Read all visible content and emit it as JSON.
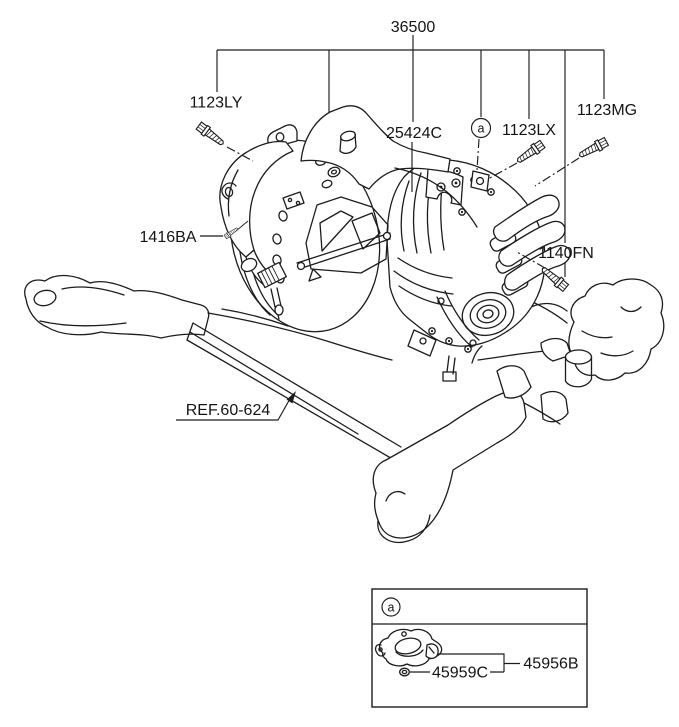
{
  "diagram": {
    "title_part_number": "36500",
    "callouts": {
      "bolt_upper_left": "1123LY",
      "housing": "25424C",
      "detail_marker": "a",
      "bolt_center_right": "1123LX",
      "bolt_far_right": "1123MG",
      "bolt_lower_right": "1140FN",
      "screw_left": "1416BA",
      "reference": "REF.60-624"
    },
    "detail_box": {
      "marker": "a",
      "oring_part": "45959C",
      "sensor_part": "45956B"
    },
    "colors": {
      "line": "#1c1c1c",
      "background": "#ffffff",
      "text": "#141414"
    },
    "icons": {
      "bolt": "hex-flange-bolt",
      "arrow": "filled-leader-arrowhead"
    }
  }
}
